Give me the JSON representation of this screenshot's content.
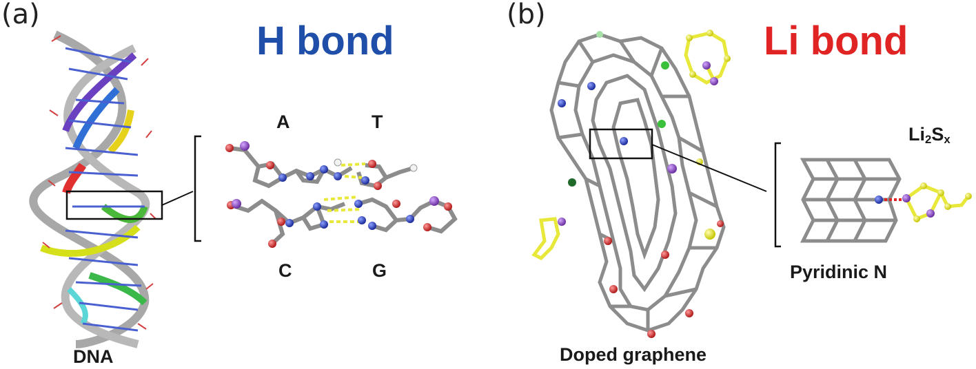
{
  "panel_a": {
    "label": "(a)",
    "title": "H bond",
    "title_color": "#1f4fa8",
    "dna_label": "DNA",
    "base_A": "A",
    "base_T": "T",
    "base_C": "C",
    "base_G": "G"
  },
  "panel_b": {
    "label": "(b)",
    "title": "Li bond",
    "title_color": "#e02424",
    "li2sx_main": "Li",
    "li2sx_sub1": "2",
    "li2sx_mid": "S",
    "li2sx_sub2": "x",
    "pyridinic_label": "Pyridinic N",
    "graphene_label": "Doped graphene"
  },
  "colors": {
    "carbon": "#9a9a9a",
    "oxygen": "#d83a3a",
    "nitrogen": "#2a3fc0",
    "sulfur": "#e8e83a",
    "lithium": "#8a4fbf",
    "hbond": "#e8e83a",
    "libond": "#e02424"
  }
}
